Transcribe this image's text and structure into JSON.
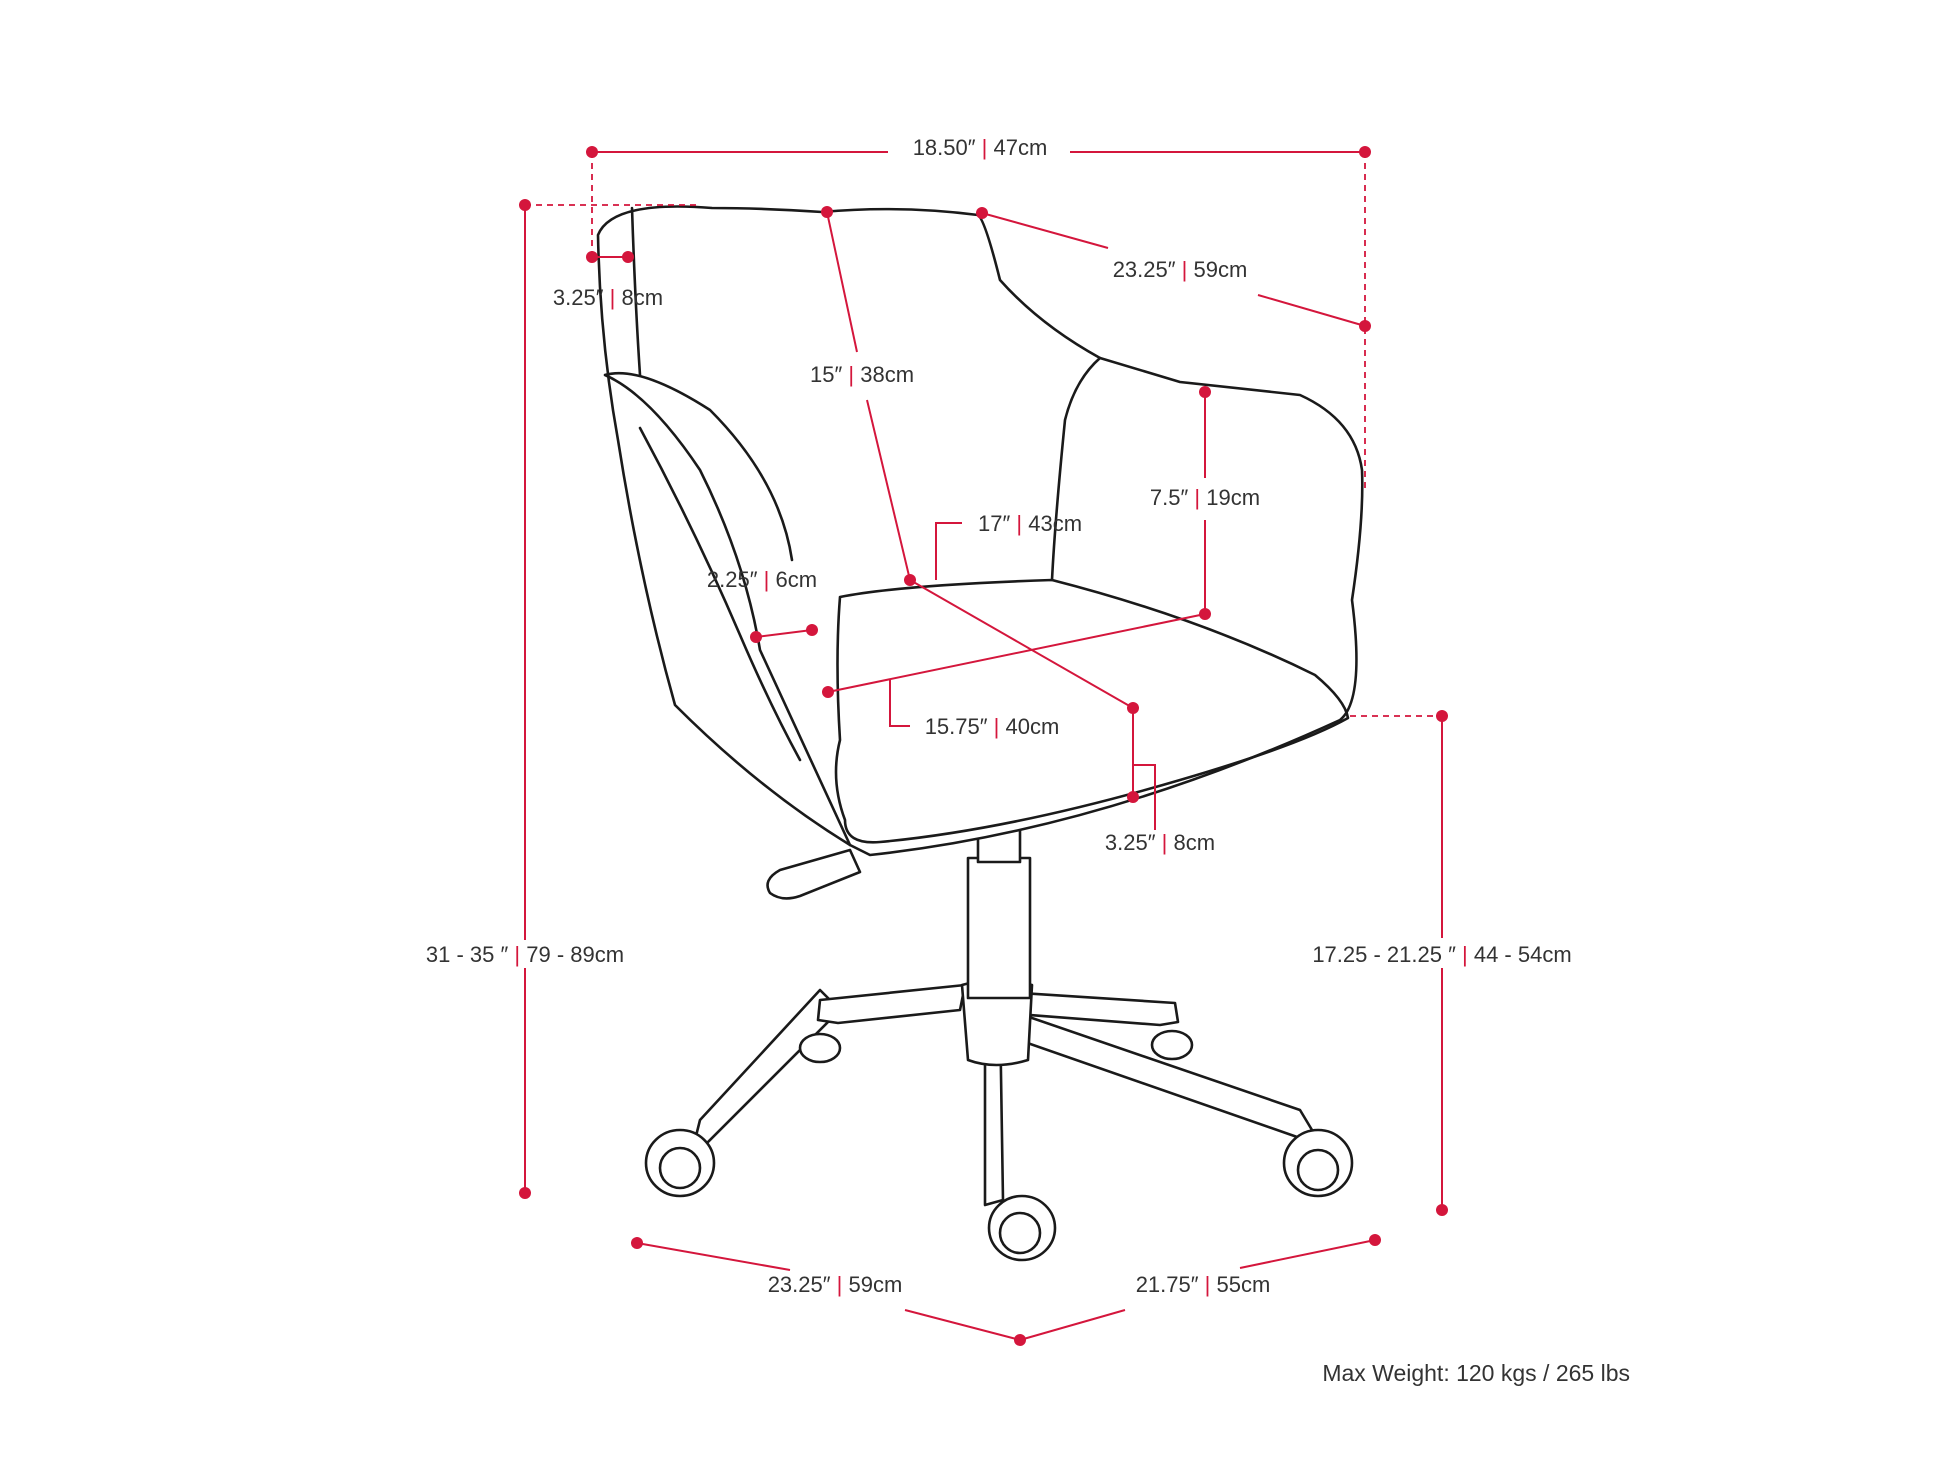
{
  "colors": {
    "accent": "#d4163c",
    "outline": "#1a1a1a",
    "text": "#333333"
  },
  "dimensions": {
    "top_width": {
      "imperial": "18.50″",
      "metric": "47cm"
    },
    "arm_thickness": {
      "imperial": "3.25″",
      "metric": "8cm"
    },
    "overall_depth": {
      "imperial": "23.25″",
      "metric": "59cm"
    },
    "back_height": {
      "imperial": "15″",
      "metric": "38cm"
    },
    "arm_height": {
      "imperial": "7.5″",
      "metric": "19cm"
    },
    "seat_depth": {
      "imperial": "17″",
      "metric": "43cm"
    },
    "arm_width": {
      "imperial": "2.25″",
      "metric": "6cm"
    },
    "seat_width": {
      "imperial": "15.75″",
      "metric": "40cm"
    },
    "seat_thickness": {
      "imperial": "3.25″",
      "metric": "8cm"
    },
    "overall_height": {
      "imperial": "31 - 35 ″",
      "metric": "79 - 89cm"
    },
    "seat_height": {
      "imperial": "17.25 - 21.25 ″",
      "metric": "44 - 54cm"
    },
    "base_width": {
      "imperial": "23.25″",
      "metric": "59cm"
    },
    "base_depth": {
      "imperial": "21.75″",
      "metric": "55cm"
    }
  },
  "separator": "|",
  "max_weight": "Max Weight: 120 kgs / 265 lbs"
}
